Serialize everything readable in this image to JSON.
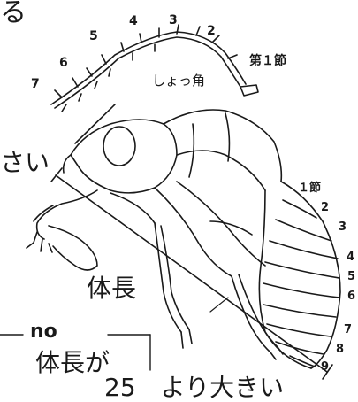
{
  "labels": {
    "top_partial": "る",
    "left_partial": "さい",
    "antenna": "しょっ角",
    "antenna_first": "第１節",
    "antenna_segments": [
      "7",
      "6",
      "5",
      "4",
      "3",
      "2"
    ],
    "abdomen_first": "１節",
    "abdomen_segments": [
      "2",
      "3",
      "4",
      "5",
      "6",
      "7",
      "8",
      "9"
    ],
    "body_length": "体長",
    "no": "no",
    "answer_top": "体長が",
    "answer_bottom": "25　より大きい"
  }
}
